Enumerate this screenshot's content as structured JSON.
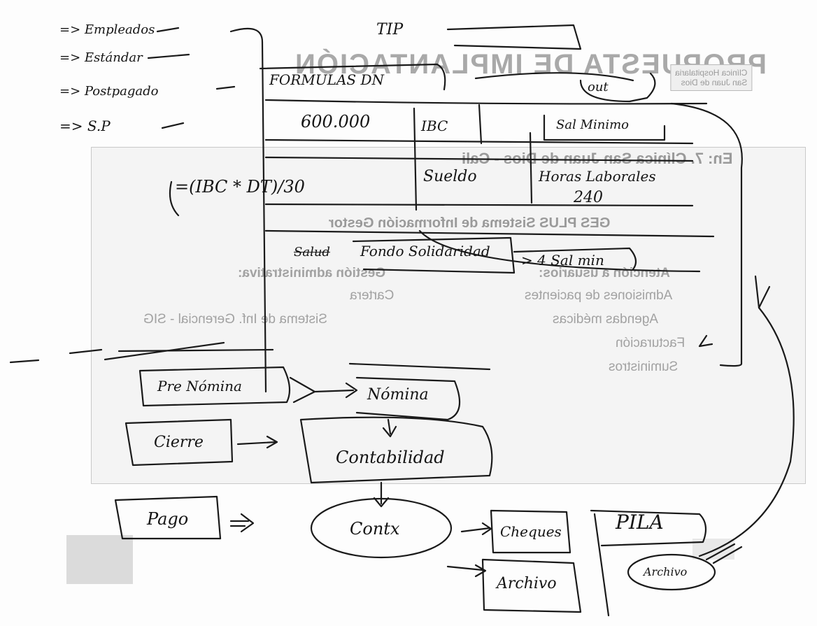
{
  "background_slide": {
    "title": "PROPUESTA DE IMPLANTACIÓN",
    "logo_lines": [
      "Clínica Hospitalaria",
      "San Juan de Dios"
    ],
    "heading": "En: 7. Clínica San Juan de Dios - Cali",
    "subheading": "GES PLUS Sistema de Información Gestor",
    "column_left_title": "Atención a usuarios:",
    "column_left_items": [
      "Admisiones de pacientes",
      "Agendas médicas",
      "Facturación",
      "Suministros"
    ],
    "column_right_title": "Gestión administrativa:",
    "column_right_items": [
      "Cartera",
      "Sistema de Inf. Gerencial - SIG"
    ]
  },
  "notes": {
    "left_list": [
      "=> Empleados",
      "=> Estándar",
      "=> Postpagado",
      "=> S.P"
    ],
    "top_box_title": "FORMULAS DN",
    "top_marks": [
      "TIP",
      "out"
    ],
    "table_rows": [
      {
        "left": "600.000",
        "middle": "IBC",
        "right": "Sal Minimo"
      },
      {
        "left": "=(IBC * DT)/30",
        "middle": "Sueldo",
        "right": "Horas Laborales",
        "right_value": "240"
      },
      {
        "left": "Salud",
        "middle": "Fondo Solidaridad",
        "right": "> 4 Sal min"
      }
    ],
    "flow": {
      "prenomina": "Pre Nómina",
      "nomina": "Nómina",
      "cierre": "Cierre",
      "contabilidad": "Contabilidad",
      "pago": "Pago",
      "contx": "Contx",
      "cheques": "Cheques",
      "archivo": "Archivo",
      "pila": "PILA",
      "archivo_pila": "Archivo"
    }
  }
}
